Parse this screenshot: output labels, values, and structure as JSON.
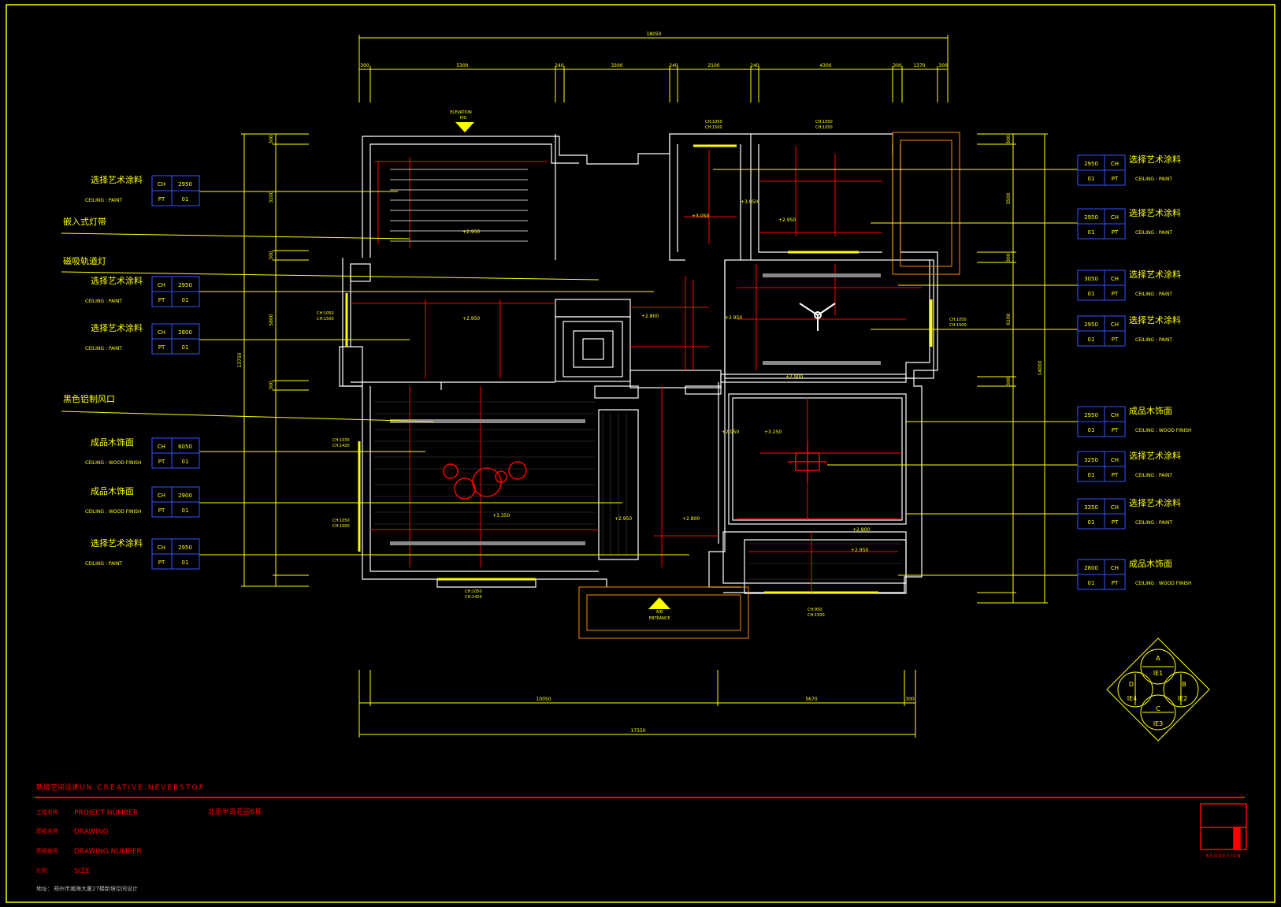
{
  "colors": {
    "background": "#000000",
    "wall": "#ffffff",
    "annotation": "#ffff00",
    "dimension": "#ffff00",
    "ceiling_lines": "#ff0000",
    "tag_box": "#3355ff",
    "window": "#ffff00",
    "door_frame": "#ff8800"
  },
  "dimensions": {
    "top_total": "18050",
    "top_segments": [
      "300",
      "5300",
      "240",
      "3300",
      "240",
      "2100",
      "240",
      "4300",
      "300",
      "1370",
      "300"
    ],
    "bottom_total": "17550",
    "bottom_segments": [
      "10050",
      "5670",
      "300"
    ],
    "left_total": "13750",
    "left_segments": [
      "300",
      "3200",
      "300",
      "5800",
      "300"
    ],
    "right_total": "14000",
    "right_segments": [
      "300",
      "3500",
      "300",
      "6100",
      "300"
    ]
  },
  "marks": {
    "top_arrow_label": "ELEVATION",
    "top_arrow_sub": "P/D",
    "entrance_label": "A/B",
    "entrance_sub": "ENTRANCE"
  },
  "room_labels": {
    "r1_top": "CH:1050",
    "r1_top2": "CH:1500",
    "r2_top": "CH:1050",
    "r2_top2": "CH:1050",
    "living_left": "CH:1050",
    "living_left2": "CH:1500",
    "dining_left": "CH:1030",
    "dining_left2": "CH:1420",
    "kitchen_left": "CH:1050",
    "kitchen_left2": "CH:1500",
    "bottom_mid": "CH:1050",
    "bottom_mid2": "CH:1420",
    "bottom_right": "CH:950",
    "bottom_right2": "CH:1500",
    "right_mid": "CH:1050",
    "right_mid2": "CH:1500"
  },
  "elevations": [
    "+2.950",
    "+2.950",
    "+3.050",
    "+2.950",
    "+2.800",
    "+3.050",
    "+2.950",
    "+2.900",
    "+2.950",
    "+3.250",
    "+3.350",
    "+2.950",
    "+2.800",
    "+2.800",
    "+2.950"
  ],
  "left_notes": [
    {
      "title": "选择艺术涂料",
      "sub": "CEILING : PAINT",
      "ch": "CH",
      "chv": "2950",
      "pt": "PT",
      "ptv": "01"
    },
    {
      "title": "嵌入式灯带",
      "sub": "",
      "ch": "",
      "chv": "",
      "pt": "",
      "ptv": ""
    },
    {
      "title": "磁吸轨道灯",
      "sub": "",
      "ch": "",
      "chv": "",
      "pt": "",
      "ptv": ""
    },
    {
      "title": "选择艺术涂料",
      "sub": "CEILING : PAINT",
      "ch": "CH",
      "chv": "2950",
      "pt": "PT",
      "ptv": "01"
    },
    {
      "title": "选择艺术涂料",
      "sub": "CEILING : PAINT",
      "ch": "CH",
      "chv": "2800",
      "pt": "PT",
      "ptv": "01"
    },
    {
      "title": "黑色铝制风口",
      "sub": "",
      "ch": "",
      "chv": "",
      "pt": "",
      "ptv": ""
    },
    {
      "title": "成品木饰面",
      "sub": "CEILING : WOOD FINISH",
      "ch": "CH",
      "chv": "6050",
      "pt": "PT",
      "ptv": "01"
    },
    {
      "title": "成品木饰面",
      "sub": "CEILING : WOOD FINISH",
      "ch": "CH",
      "chv": "2900",
      "pt": "PT",
      "ptv": "01"
    },
    {
      "title": "选择艺术涂料",
      "sub": "CEILING : PAINT",
      "ch": "CH",
      "chv": "2950",
      "pt": "PT",
      "ptv": "01"
    }
  ],
  "right_notes": [
    {
      "title": "选择艺术涂料",
      "sub": "CEILING : PAINT",
      "chv": "2950",
      "ch": "CH",
      "ptv": "01",
      "pt": "PT"
    },
    {
      "title": "选择艺术涂料",
      "sub": "CEILING : PAINT",
      "chv": "2950",
      "ch": "CH",
      "ptv": "01",
      "pt": "PT"
    },
    {
      "title": "选择艺术涂料",
      "sub": "CEILING : PAINT",
      "chv": "3050",
      "ch": "CH",
      "ptv": "01",
      "pt": "PT"
    },
    {
      "title": "选择艺术涂料",
      "sub": "CEILING : PAINT",
      "chv": "2950",
      "ch": "CH",
      "ptv": "01",
      "pt": "PT"
    },
    {
      "title": "成品木饰面",
      "sub": "CEILING : WOOD FINISH",
      "chv": "2950",
      "ch": "CH",
      "ptv": "01",
      "pt": "PT"
    },
    {
      "title": "选择艺术涂料",
      "sub": "CEILING : PAINT",
      "chv": "3250",
      "ch": "CH",
      "ptv": "01",
      "pt": "PT"
    },
    {
      "title": "选择艺术涂料",
      "sub": "CEILING : PAINT",
      "chv": "3350",
      "ch": "CH",
      "ptv": "01",
      "pt": "PT"
    },
    {
      "title": "成品木饰面",
      "sub": "CEILING : WOOD FINISH",
      "chv": "2800",
      "ch": "CH",
      "ptv": "01",
      "pt": "PT"
    }
  ],
  "compass": {
    "a": "A",
    "b": "B",
    "c": "C",
    "d": "D",
    "e1": "IE1",
    "e2": "IE2",
    "e3": "IE3",
    "e4": "IE4"
  },
  "title_block": {
    "company": "新境空间设计",
    "slogan": "FUN.CREATIVE.NEVERSTOP",
    "rows": [
      {
        "label": "工程名称",
        "value": "PROJECT NUMBER"
      },
      {
        "label": "图纸名称",
        "value": "DRAWING"
      },
      {
        "label": "图纸编号",
        "value": "DRAWING NUMBER"
      },
      {
        "label": "比例",
        "value": "SIZE"
      }
    ],
    "drawing_title": "北京半岛花园6栋",
    "address_label": "地址：",
    "address": "郑州市瀚海大厦27楼新境空间设计",
    "logo_text": "NEODESIGN"
  }
}
